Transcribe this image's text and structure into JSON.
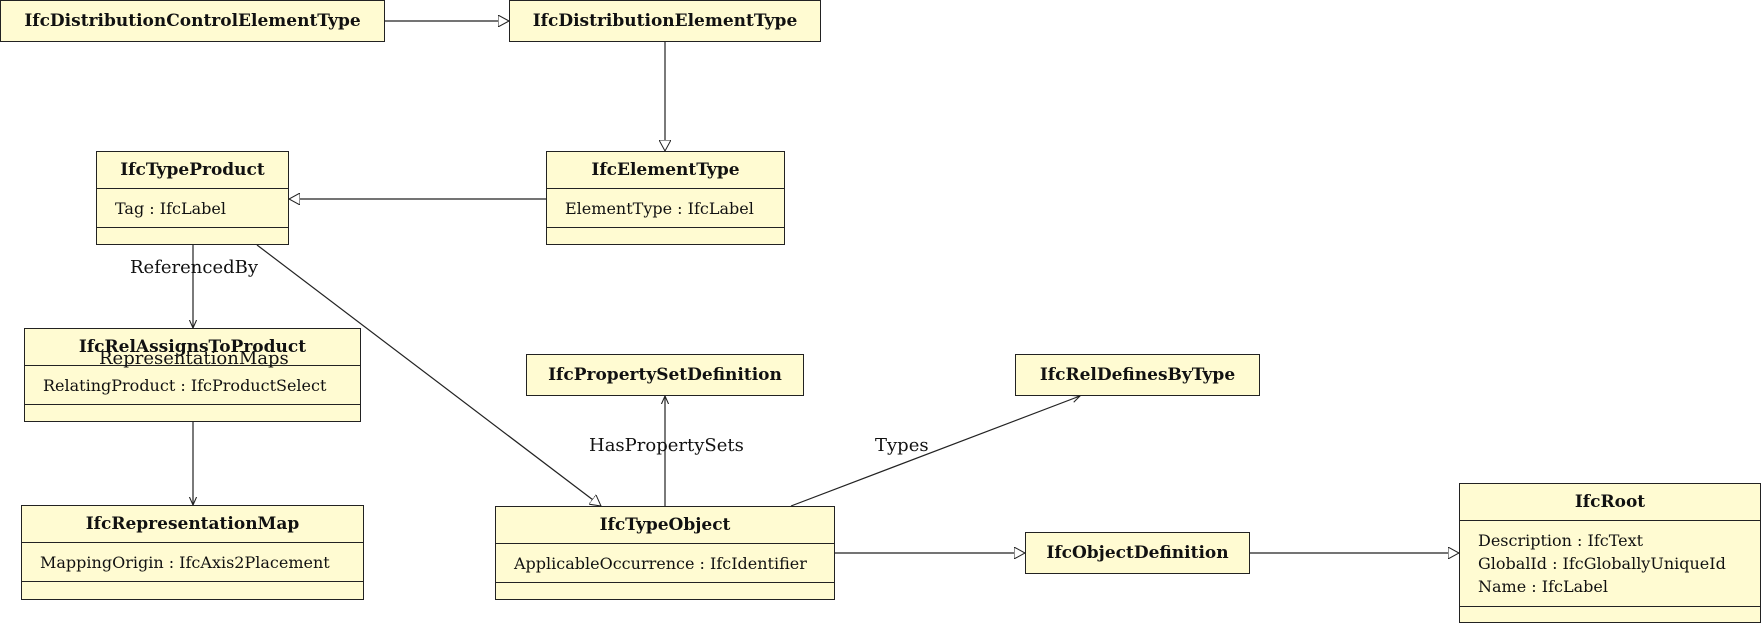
{
  "classes": {
    "dist_control_type": {
      "name": "IfcDistributionControlElementType"
    },
    "dist_element_type": {
      "name": "IfcDistributionElementType"
    },
    "type_product": {
      "name": "IfcTypeProduct",
      "attributes": [
        "Tag : IfcLabel"
      ]
    },
    "element_type": {
      "name": "IfcElementType",
      "attributes": [
        "ElementType : IfcLabel"
      ]
    },
    "rel_assigns_to_product": {
      "name": "IfcRelAssignsToProduct",
      "attributes": [
        "RelatingProduct : IfcProductSelect"
      ]
    },
    "property_set_definition": {
      "name": "IfcPropertySetDefinition"
    },
    "rel_defines_by_type": {
      "name": "IfcRelDefinesByType"
    },
    "representation_map": {
      "name": "IfcRepresentationMap",
      "attributes": [
        "MappingOrigin : IfcAxis2Placement"
      ]
    },
    "type_object": {
      "name": "IfcTypeObject",
      "attributes": [
        "ApplicableOccurrence : IfcIdentifier"
      ]
    },
    "object_definition": {
      "name": "IfcObjectDefinition"
    },
    "root": {
      "name": "IfcRoot",
      "attributes": [
        "Description : IfcText",
        "GlobalId : IfcGloballyUniqueId",
        "Name : IfcLabel"
      ]
    }
  },
  "edge_labels": {
    "referenced_by": "ReferencedBy",
    "representation_maps": "RepresentationMaps",
    "has_property_sets": "HasPropertySets",
    "types": "Types"
  },
  "colors": {
    "class_fill": "#fffbd2",
    "line": "#222222"
  }
}
